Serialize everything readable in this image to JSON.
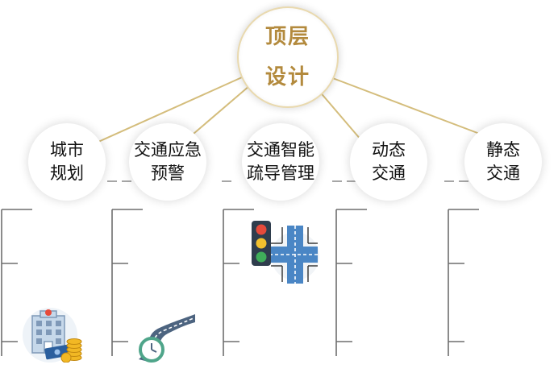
{
  "top": {
    "line1": "顶层",
    "line2": "设计"
  },
  "categories": [
    {
      "line1": "城市",
      "line2": "规划"
    },
    {
      "line1": "交通应急",
      "line2": "预警"
    },
    {
      "line1": "交通智能",
      "line2": "疏导管理"
    },
    {
      "line1": "动态",
      "line2": "交通"
    },
    {
      "line1": "静态",
      "line2": "交通"
    }
  ],
  "colors": {
    "accent_gold": "#b38a3d",
    "connector_gold": "#d4bd7c",
    "bracket_gray": "#6e6e6e"
  },
  "icons": [
    "building-money-icon",
    "road-clock-icon",
    "traffic-light-intersection-icon"
  ]
}
